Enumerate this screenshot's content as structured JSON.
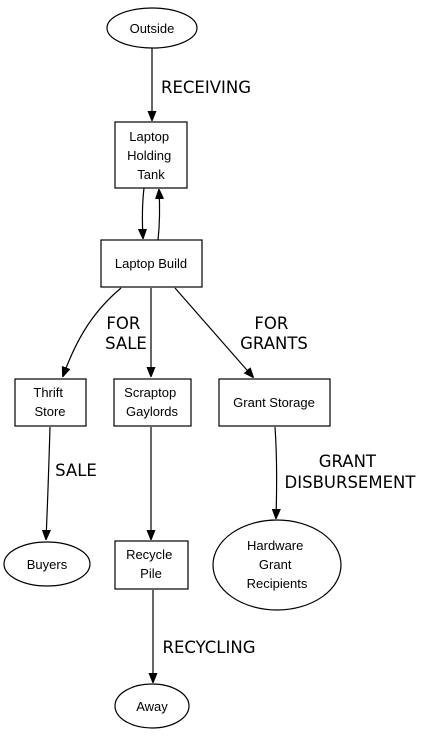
{
  "nodes": {
    "outside": {
      "lines": [
        "Outside"
      ]
    },
    "laptop_holding_tank": {
      "lines": [
        "Laptop",
        "Holding",
        "Tank"
      ]
    },
    "laptop_build": {
      "lines": [
        "Laptop Build"
      ]
    },
    "thrift_store": {
      "lines": [
        "Thrift",
        "Store"
      ]
    },
    "scraptop_gaylords": {
      "lines": [
        "Scraptop",
        "Gaylords"
      ]
    },
    "grant_storage": {
      "lines": [
        "Grant Storage"
      ]
    },
    "buyers": {
      "lines": [
        "Buyers"
      ]
    },
    "recycle_pile": {
      "lines": [
        "Recycle",
        "Pile"
      ]
    },
    "hardware_grant_recipients": {
      "lines": [
        "Hardware",
        "Grant",
        "Recipients"
      ]
    },
    "away": {
      "lines": [
        "Away"
      ]
    }
  },
  "edges": {
    "receiving": {
      "lines": [
        "RECEIVING"
      ]
    },
    "for_sale": {
      "lines": [
        "FOR",
        "SALE"
      ]
    },
    "for_grants": {
      "lines": [
        "FOR",
        "GRANTS"
      ]
    },
    "sale": {
      "lines": [
        "SALE"
      ]
    },
    "grant_disbursement": {
      "lines": [
        "GRANT",
        "DISBURSEMENT"
      ]
    },
    "recycling": {
      "lines": [
        "RECYCLING"
      ]
    }
  }
}
